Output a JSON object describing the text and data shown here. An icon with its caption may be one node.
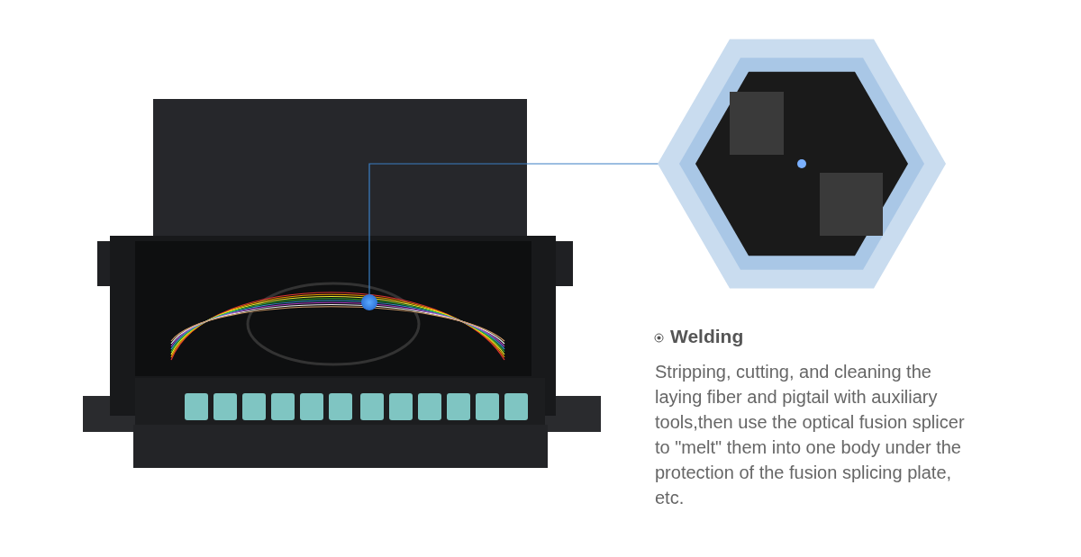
{
  "diagram": {
    "nodes": [
      {
        "text": [],
        "shape": "circle"
      },
      {
        "text": [],
        "shape": "picture"
      }
    ],
    "edges": [
      {
        "from": 0,
        "to": 1,
        "arrow": "none",
        "color": "#3a7fc4"
      }
    ],
    "labels": [
      "Welding",
      "Stripping, cutting, and cleaning the laying fiber and pigtail with auxiliary tools,then use the optical fusion splicer to \"melt\" them into one body under the protection of the fusion splicing plate, etc."
    ]
  }
}
